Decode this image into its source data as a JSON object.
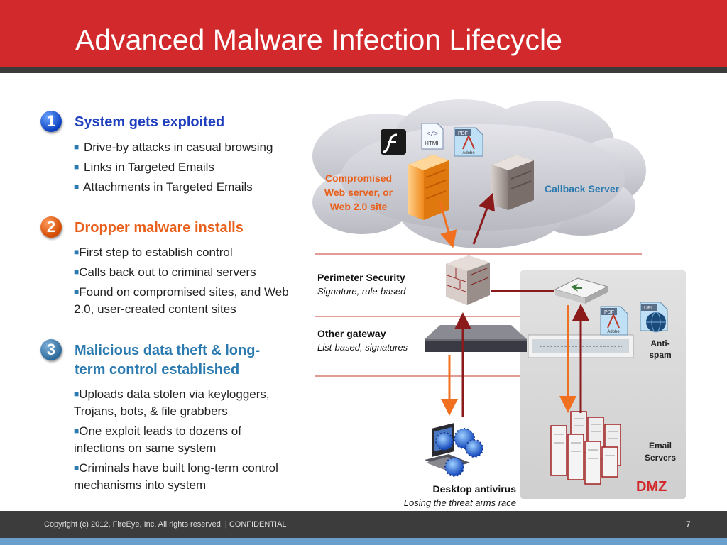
{
  "title": "Advanced Malware Infection Lifecycle",
  "steps": [
    {
      "number": "1",
      "heading": "System gets exploited",
      "bullets": [
        "Drive-by attacks in casual browsing",
        "Links in Targeted Emails",
        "Attachments in Targeted Emails"
      ]
    },
    {
      "number": "2",
      "heading": "Dropper malware installs",
      "bullets": [
        "First step to establish control",
        "Calls back out to criminal servers",
        "Found on compromised sites, and Web 2.0, user-created content sites"
      ]
    },
    {
      "number": "3",
      "heading_line1": "Malicious data theft & long-",
      "heading_line2": "term control established",
      "bullets": [
        "Uploads data stolen via keyloggers, Trojans, bots, & file grabbers"
      ],
      "bullet_dozens": {
        "before": "One exploit leads to ",
        "underlined": "dozens",
        "after": " of infections on same system"
      },
      "bullet_last": "Criminals have built long-term control mechanisms into system"
    }
  ],
  "diagram": {
    "compromised_line1": "Compromised",
    "compromised_line2": "Web server, or",
    "compromised_line3": "Web 2.0 site",
    "callback": "Callback Server",
    "file_icon_html": "HTML",
    "file_icon_pdf": "PDF",
    "file_icon_adobe": "Adobe",
    "file_icon_url": "URL",
    "perimeter_title": "Perimeter Security",
    "perimeter_sub": "Signature, rule-based",
    "gateway_title": "Other gateway",
    "gateway_sub": "List-based, signatures",
    "antispam_line1": "Anti-",
    "antispam_line2": "spam",
    "email_line1": "Email",
    "email_line2": "Servers",
    "dmz": "DMZ",
    "desktop_title": "Desktop antivirus",
    "desktop_sub": "Losing the threat arms race"
  },
  "colors": {
    "brand_red": "#d22a2c",
    "orange_arrow": "#f07020",
    "darkred_arrow": "#8b1a1a",
    "blue_heading": "#1f3fbf",
    "orange_heading": "#e8601c",
    "teal_heading": "#2a7ab0"
  },
  "footer": {
    "copyright": "Copyright (c) 2012, FireEye, Inc. All rights reserved. | CONFIDENTIAL",
    "page": "7"
  }
}
